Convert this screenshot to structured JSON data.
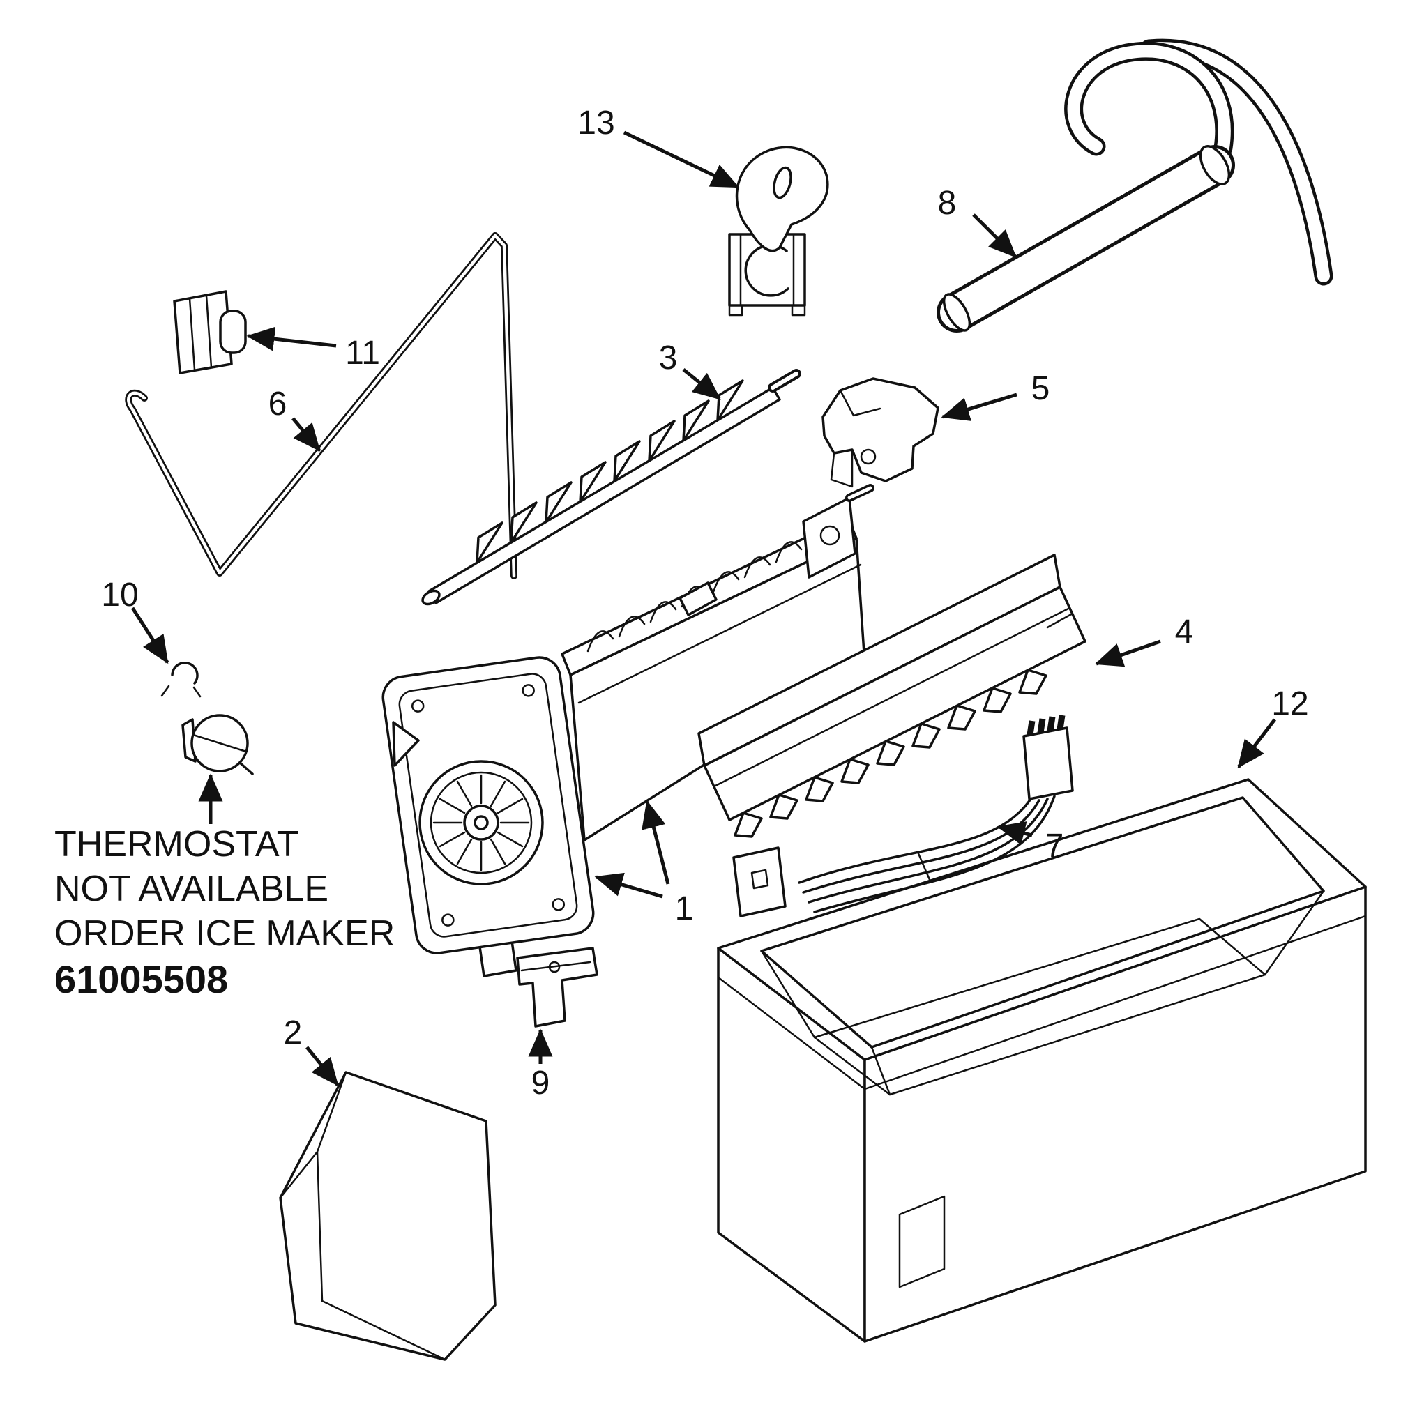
{
  "colors": {
    "background": "#ffffff",
    "line": "#111111"
  },
  "note": {
    "lines": [
      "THERMOSTAT",
      "NOT AVAILABLE",
      "ORDER ICE MAKER",
      "61005508"
    ]
  },
  "callouts": [
    "1",
    "2",
    "3",
    "4",
    "5",
    "6",
    "7",
    "8",
    "9",
    "10",
    "11",
    "12",
    "13"
  ]
}
